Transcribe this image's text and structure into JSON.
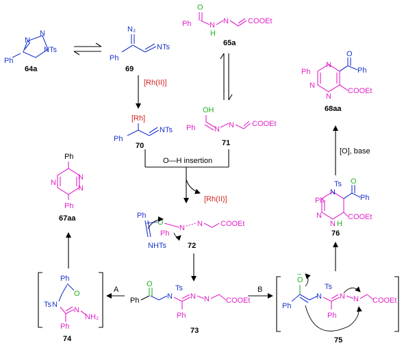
{
  "compounds": {
    "c64a": "64a",
    "c69": "69",
    "c70": "70",
    "c71": "71",
    "c65a": "65a",
    "c68aa": "68aa",
    "c76": "76",
    "c72": "72",
    "c67aa": "67aa",
    "c73": "73",
    "c74": "74",
    "c75": "75"
  },
  "reagents": {
    "rh_catalyst": "[Rh(II)]",
    "rh_release": "[Rh(II)]",
    "oh_insertion": "O—H insertion",
    "oxidation": "[O], base",
    "path_a": "A",
    "path_b": "B"
  },
  "atoms": {
    "ph": "Ph",
    "ts": "Ts",
    "nts": "NTs",
    "n": "N",
    "n2": "N₂",
    "o": "O",
    "h": "H",
    "oh": "OH",
    "nh2": "NH₂",
    "nhts": "NHTs",
    "cooet": "COOEt",
    "rh": "[Rh]",
    "ntsring": "N",
    "nring": "N",
    "ts_n": "N",
    "o_minus": "O",
    "minus": "−"
  },
  "colors": {
    "blue": "#1a33cc",
    "magenta": "#e020c8",
    "green": "#20b020",
    "red": "#d42020"
  }
}
